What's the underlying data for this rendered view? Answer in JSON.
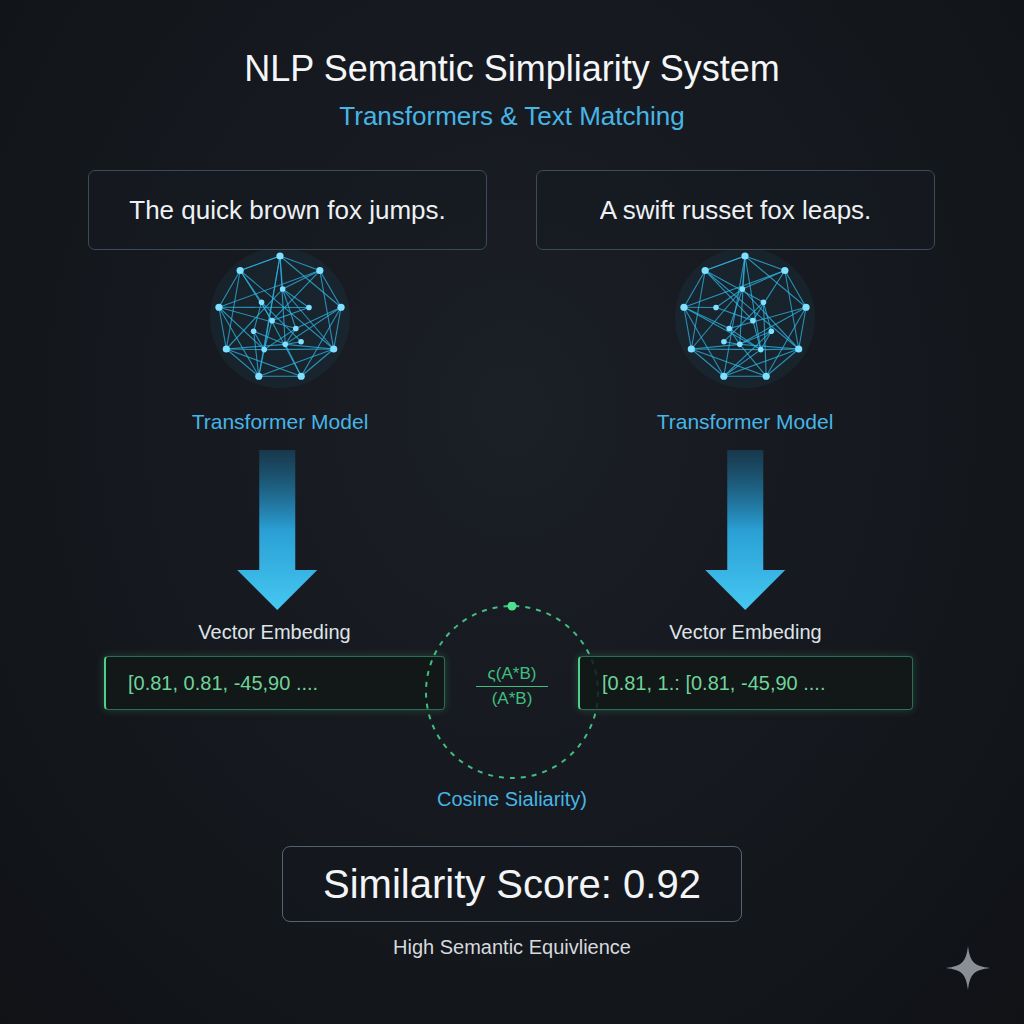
{
  "diagram": {
    "title": "NLP Semantic Simpliarity System",
    "nodes": [
      {
        "text": [
          "The quick brown fox jumps."
        ]
      },
      {
        "text": [
          "A swift russet fox leaps."
        ]
      },
      {
        "text": [
          "Transformer Model"
        ]
      },
      {
        "text": [
          "Transformer Model"
        ]
      },
      {
        "text": [
          "Vector Embeding",
          "[0.81, 0.81, -45,90 ...."
        ]
      },
      {
        "text": [
          "ς(A*B)",
          "(A*B)",
          "Cosine Sialiarity)"
        ]
      },
      {
        "text": [
          "Vector Embeding",
          "[0.81, 1.: [0.81, -45,90 ...."
        ]
      },
      {
        "text": [
          "Similarity Score: 0.92",
          "High Semantic Equivlience"
        ]
      }
    ],
    "edges": [
      {
        "from": 2,
        "to": 4,
        "arrow": "to"
      },
      {
        "from": 3,
        "to": 6,
        "arrow": "to"
      }
    ],
    "labels": [
      "Transformers & Text Matching"
    ]
  }
}
